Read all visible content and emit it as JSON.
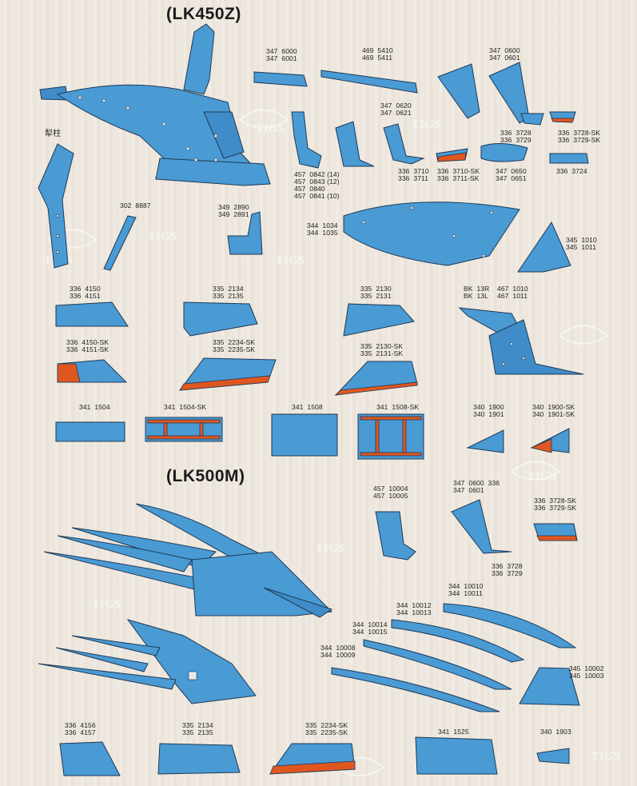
{
  "sections": {
    "lk450z_title": "(LK450Z)",
    "lk500m_title": "(LK500M)"
  },
  "labels": {
    "p3476000": "347  6000\n347  6001",
    "p4695410": "469  5410\n469  5411",
    "p3470600a": "347  0600\n347  0601",
    "p3470620": "347  0620\n347  0621",
    "p3363728a": "336  3728\n336  3729",
    "p3363728sk": "336  3728-SK\n336  3729-SK",
    "lizhu": "犁柱",
    "p4570842": "457  0842 (14)\n457  0843 (12)\n457  0840\n457  0841 (10)",
    "p3363710": "336  3710\n336  3711",
    "p3363710sk": "336  3710-SK\n336  3711-SK",
    "p3470650": "347  0650\n347  0651",
    "p3363724": "336  3724",
    "p3028887": "302  8887",
    "p3492890": "349  2890\n349  2891",
    "p3441034": "344  1034\n344  1035",
    "p3451010": "345  1010\n345  1011",
    "p3364150": "336  4150\n336  4151",
    "p3352134a": "335  2134\n335  2135",
    "p3352130": "335  2130\n335  2131",
    "bk13": "BK  13R\nBK  13L",
    "p4671010": "467  1010\n467  1011",
    "p3364150sk": "336  4150-SK\n336  4151-SK",
    "p3352234a": "335  2234-SK\n335  2235-SK",
    "p3352130sk": "335  2130-SK\n335  2131-SK",
    "p3411504": "341  1504",
    "p3411504sk": "341  1504-SK",
    "p3411508": "341  1508",
    "p3411508sk": "341  1508-SK",
    "p3401900": "340  1900\n340  1901",
    "p3401900sk": "340  1900-SK\n340  1901-SK",
    "p45710004": "457  10004\n457  10005",
    "p3470600b": "347  0600  336\n347  0601",
    "p3363728b": "336  3728\n336  3729",
    "p3363728skb": "336  3728-SK\n336  3729-SK",
    "p34410010": "344  10010\n344  10011",
    "p34410012": "344  10012\n344  10013",
    "p34410014": "344  10014\n344  10015",
    "p34410008": "344  10008\n344  10009",
    "p34510002": "345  10002\n345  10003",
    "p3364156": "336  4156\n336  4157",
    "p3352134b": "335  2134\n335  2135",
    "p3352234b": "335  2234-SK\n335  2235-SK",
    "p3411525": "341  1525",
    "p3401903": "340  1903"
  },
  "watermark": "TIGS",
  "colors": {
    "part_blue": "#4a9ad4",
    "outline": "#1e3a55",
    "wear_orange": "#e0561f",
    "background": "#efe9e1"
  }
}
